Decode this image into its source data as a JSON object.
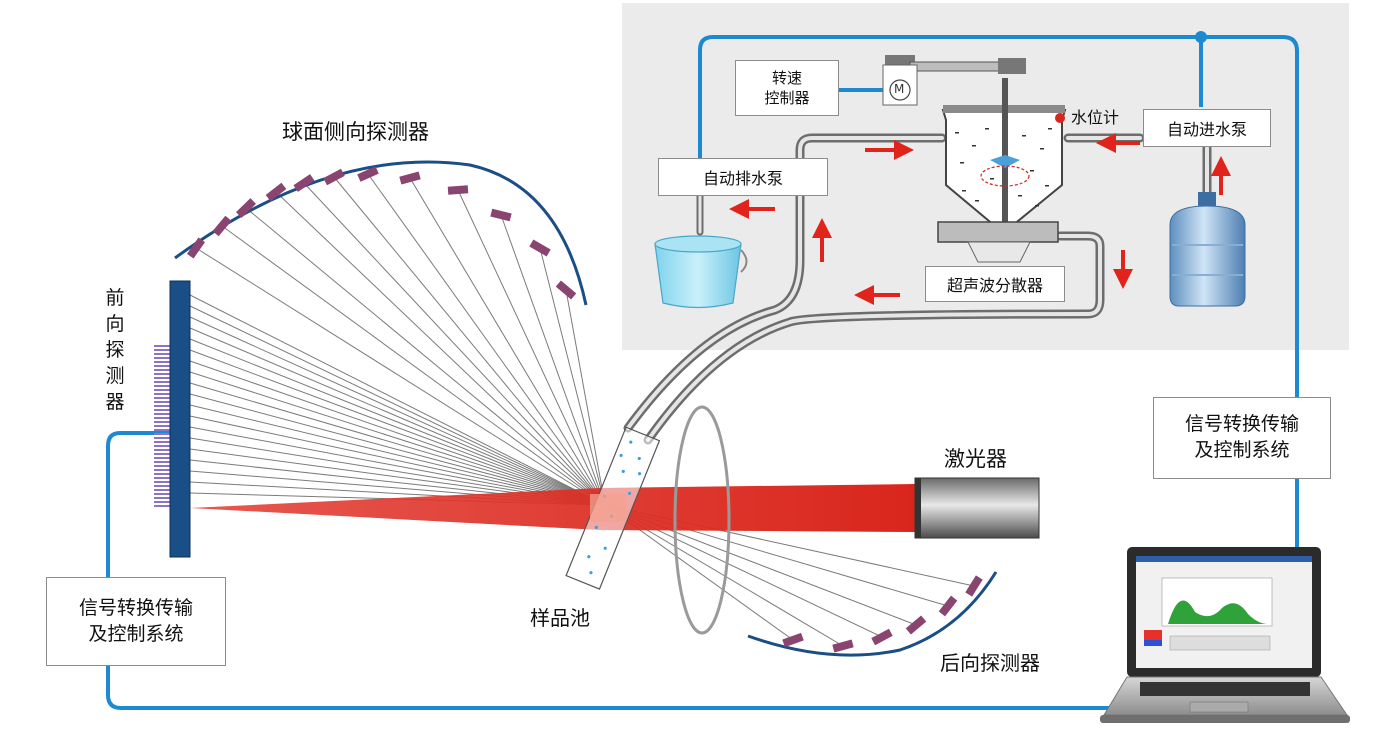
{
  "labels": {
    "side_detector": "球面侧向探测器",
    "front_detector": "前向探测器",
    "sample_cell": "样品池",
    "laser": "激光器",
    "back_detector": "后向探测器",
    "water_level": "水位计",
    "drain_pump": "自动排水泵",
    "inlet_pump": "自动进水泵",
    "ultrasonic": "超声波分散器",
    "speed_line1": "转速",
    "speed_line2": "控制器",
    "motor_symbol": "M",
    "signal_right_line1": "信号转换传输",
    "signal_right_line2": "及控制系统",
    "signal_left_line1": "信号转换传输",
    "signal_left_line2": "及控制系统"
  },
  "colors": {
    "cable": "#1c8ad0",
    "laser_beam": "#d9261c",
    "detector_element": "#8a4470",
    "front_detector": "#1a4e86",
    "front_detector_comb": "#8e72c4",
    "arrow": "#e0231b",
    "panel": "#ebebeb"
  }
}
